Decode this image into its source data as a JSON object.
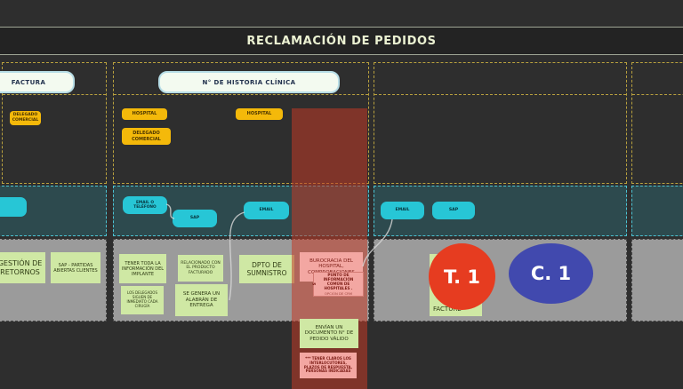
{
  "title": "RECLAMACIÓN DE PEDIDOS",
  "headers": {
    "col1": "FACTURA",
    "col2": "N° DE HISTORIA CLÍNICA"
  },
  "actors": {
    "col1_delegado": "DELEGADO COMERCIAL",
    "col2_hospital_a": "HOSPITAL",
    "col2_delegado": "DELEGADO COMERCIAL",
    "col2_hospital_b": "HOSPITAL"
  },
  "channels": {
    "col2_email_telefono": "EMAIL O TELÉFONO",
    "col2_sap": "SAP",
    "col2_email": "EMAIL",
    "col3_email": "EMAIL",
    "col3_sap": "SAP"
  },
  "notes": {
    "gestion_retornos": "GESTIÓN DE RETORNOS",
    "sap_partidas": "SAP - PARTIDAS ABIERTAS CLIENTES",
    "tener_info": "TENER TODA LA INFORMACIÓN DEL IMPLANTE",
    "relacionado": "RELACIONADO CON EL PRODUCTO FACTURADO",
    "dpto": "DPTO DE SUMNISTRO",
    "delegados_siguen": "LOS DELEGADOS SIGUEN DE INMEDIATO CADA CIRUGÍA",
    "albaran": "SE GENERA UN ALABRÁN DE ENTREGA",
    "facture": "FACTURE",
    "envian": "ENVÍAN UN DOCUMENTO N° DE PEDIDO VÁLIDO"
  },
  "pains": {
    "burocracia": "BUROCRACIA DEL HOSPITAL, COMPROBACIONES",
    "punto_info": "PUNTO DE INFORMACIÓN COMÚN DE HOSPITALES .",
    "punto_info_sub": "OPCIÓN DE CRM",
    "punto_info_side": "S",
    "tener_claros": "*** TENER CLAROS LOS INTERLOCUTORES, PLAZOS DE RESPUESTA, PERSONAS INDICADAS"
  },
  "badges": {
    "t1": "T. 1",
    "c1": "C. 1"
  },
  "colors": {
    "background": "#2e2e2e",
    "lane_channels": "#2d4a4e",
    "lane_backstage": "#9b9b9b",
    "sticky_yellow": "#f4b90a",
    "sticky_green": "#cfe8a4",
    "sticky_pink": "#f3a7a2",
    "channel_cyan": "#27c6d6",
    "pain_band_red": "#c33a26",
    "badge_red": "#e63c20",
    "badge_blue": "#4149ae",
    "dash_yellow": "#b9a13e",
    "dash_cyan": "#4cc4d4",
    "title_text": "#ebf1d2"
  }
}
